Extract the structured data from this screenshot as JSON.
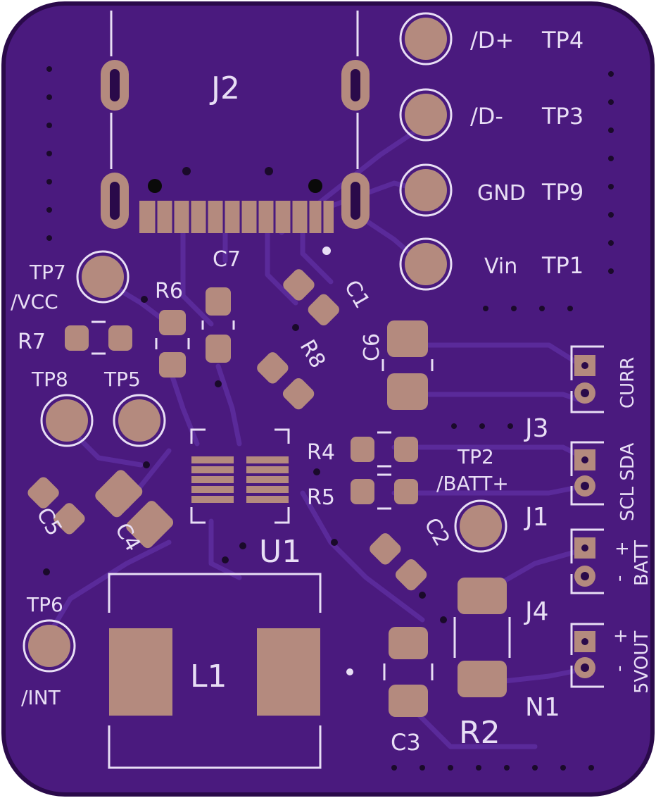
{
  "board": {
    "substrate_color": "#4a1a7e",
    "edge_color": "#2a0a4a",
    "silk_color": "#e8def5",
    "pad_color": "#b48a7e"
  },
  "labels": {
    "j2": "J2",
    "tp4_net": "/D+",
    "tp4": "TP4",
    "tp3_net": "/D-",
    "tp3": "TP3",
    "tp9_net": "GND",
    "tp9": "TP9",
    "tp1_net": "Vin",
    "tp1": "TP1",
    "tp7": "TP7",
    "tp7_net": "/VCC",
    "c7": "C7",
    "r6": "R6",
    "c1": "C1",
    "r7": "R7",
    "r8": "R8",
    "c6": "C6",
    "curr": "CURR",
    "j3": "J3",
    "tp8": "TP8",
    "tp5": "TP5",
    "r4": "R4",
    "r5": "R5",
    "tp2": "TP2",
    "tp2_net": "/BATT+",
    "scl_sda": "SCL SDA",
    "j1": "J1",
    "c5": "C5",
    "c4": "C4",
    "u1": "U1",
    "c2": "C2",
    "batt": "BATT",
    "batt_plus": "+",
    "batt_minus": "-",
    "j4": "J4",
    "tp6": "TP6",
    "l1": "L1",
    "c3": "C3",
    "r2": "R2",
    "n1": "N1",
    "tp6_net": "/INT",
    "vout": "5VOUT",
    "vout_plus": "+",
    "vout_minus": "-"
  }
}
